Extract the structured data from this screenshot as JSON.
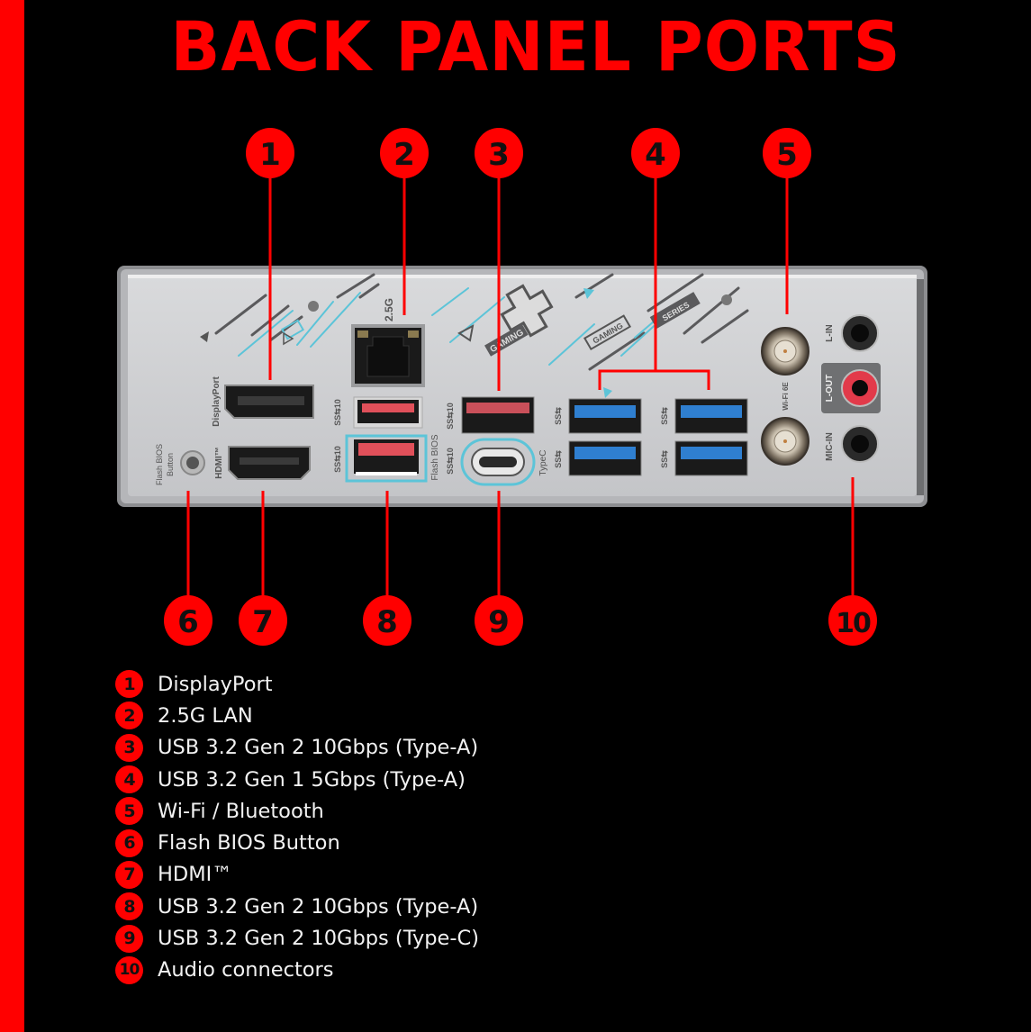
{
  "title": "BACK PANEL PORTS",
  "colors": {
    "accent": "#ff0000",
    "background": "#000000",
    "panel": "#cfd0d2",
    "highlight_cyan": "#5cc4d8",
    "usb_gen2_red": "#e0505a",
    "usb_gen1_blue": "#2f7fd0",
    "audio_line_out": "#e23a4a"
  },
  "callouts": [
    {
      "number": "1",
      "label": "DisplayPort"
    },
    {
      "number": "2",
      "label": "2.5G LAN"
    },
    {
      "number": "3",
      "label": "USB 3.2 Gen 2 10Gbps (Type-A)"
    },
    {
      "number": "4",
      "label": "USB 3.2 Gen 1 5Gbps (Type-A)"
    },
    {
      "number": "5",
      "label": "Wi-Fi / Bluetooth"
    },
    {
      "number": "6",
      "label": "Flash BIOS Button"
    },
    {
      "number": "7",
      "label": "HDMI™"
    },
    {
      "number": "8",
      "label": "USB 3.2 Gen 2 10Gbps (Type-A)"
    },
    {
      "number": "9",
      "label": "USB 3.2 Gen 2 10Gbps (Type-C)"
    },
    {
      "number": "10",
      "label": "Audio connectors"
    }
  ],
  "panel_labels": {
    "lan": "2.5G",
    "displayport": "DisplayPort",
    "hdmi": "HDMI™",
    "flash_bios_button": [
      "Flash BIOS",
      "Button"
    ],
    "flash_bios": "Flash BIOS",
    "typec": "TypeC",
    "wifi": "Wi-Fi 6E",
    "line_in": "L-IN",
    "line_out": "L-OUT",
    "mic_in": "MIC-IN",
    "ss10": "SS⇆10",
    "ss": "SS⇆",
    "gaming_series": [
      "GAMING",
      "GAMING",
      "SERIES"
    ]
  }
}
